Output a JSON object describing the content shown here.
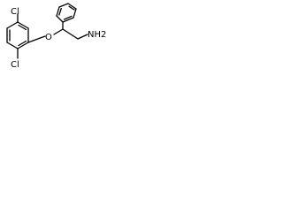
{
  "molecule": {
    "atoms": {
      "cl_top": "Cl",
      "cl_bottom": "Cl",
      "oxygen": "O",
      "amine": "NH2"
    }
  },
  "colors": {
    "bond": "#000000",
    "text": "#000000",
    "background": "#ffffff"
  }
}
